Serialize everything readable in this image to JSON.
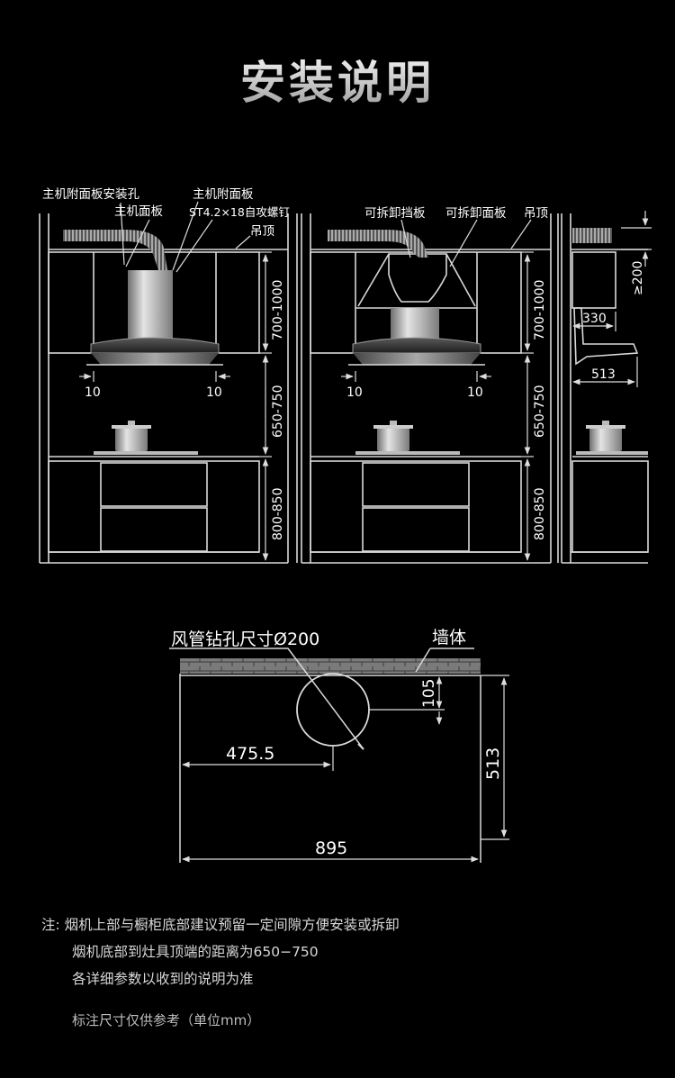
{
  "title": "安装说明",
  "views": {
    "left": {
      "label_panel_hole": "主机附面板安装孔",
      "label_main_panel": "主机面板",
      "label_attached_panel": "主机附面板",
      "label_screw": "ST4.2×18自攻螺钉",
      "label_ceiling": "吊顶",
      "gap_left": "10",
      "gap_right": "10",
      "dim_cabinet_height": "700-1000",
      "dim_hood_to_stove": "650-750",
      "dim_counter_height": "800-850"
    },
    "middle": {
      "label_baffle": "可拆卸挡板",
      "label_panel": "可拆卸面板",
      "label_ceiling": "吊顶",
      "gap_left": "10",
      "gap_right": "10",
      "dim_cabinet_height": "700-1000",
      "dim_hood_to_stove": "650-750",
      "dim_counter_height": "800-850"
    },
    "side": {
      "dim_top_clearance": "≥200",
      "dim_depth_upper": "330",
      "dim_depth_hood": "513"
    }
  },
  "plan": {
    "label_duct_hole": "风管钻孔尺寸Ø200",
    "label_wall": "墙体",
    "dim_hole_from_wall": "105",
    "dim_hole_center_x": "475.5",
    "dim_depth": "513",
    "dim_width": "895"
  },
  "notes": {
    "prefix": "注:",
    "line1": "烟机上部与橱柜底部建议预留一定间隙方便安装或拆卸",
    "line2": "烟机底部到灶具顶端的距离为650−750",
    "line3": "各详细参数以收到的说明为准",
    "footer": "标注尺寸仅供参考（单位mm）"
  },
  "colors": {
    "background": "#000000",
    "line": "#d9d9d9",
    "hood_steel": "#b7b7b7"
  }
}
